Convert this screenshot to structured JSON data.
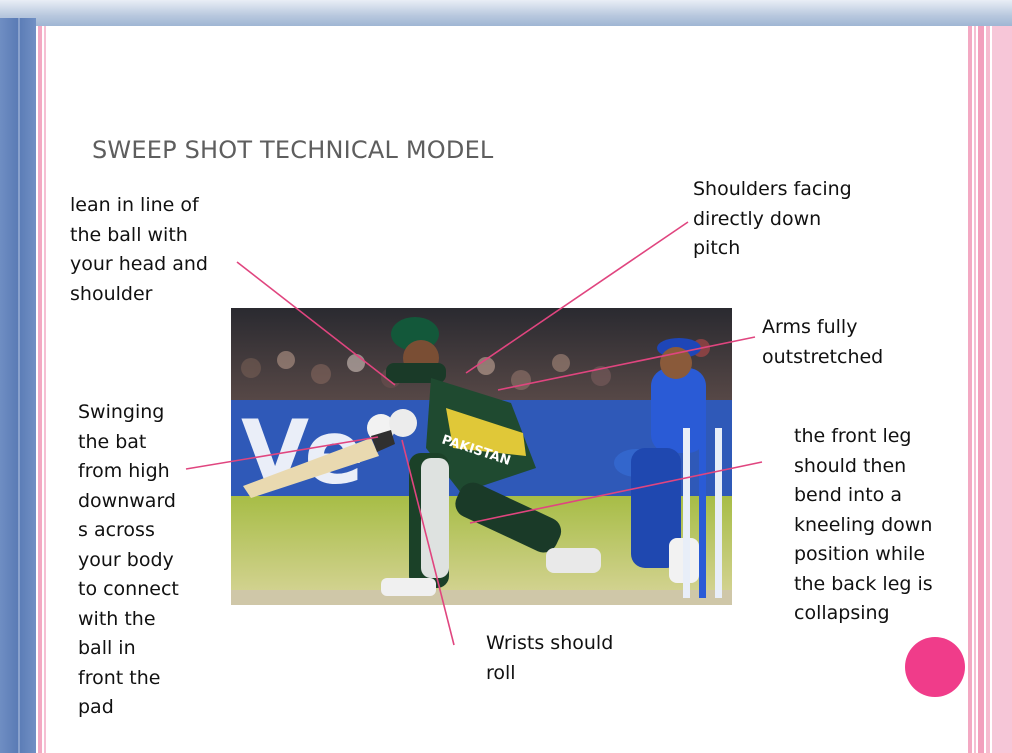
{
  "slide": {
    "title": "SWEEP SHOT TECHNICAL MODEL",
    "notes": {
      "lean": [
        "lean in line of",
        "the ball with",
        "your head and",
        "shoulder"
      ],
      "shoulders": [
        "Shoulders facing",
        "directly down",
        "pitch"
      ],
      "arms": [
        "Arms fully",
        "outstretched"
      ],
      "swinging": [
        "Swinging",
        "the bat",
        "from high",
        "downward",
        "s across",
        "your body",
        "to connect",
        "with the",
        "ball in",
        "front the",
        "pad"
      ],
      "front_leg": [
        "the front leg",
        "should then",
        "bend into a",
        "kneeling down",
        "position while",
        "the back leg is",
        "collapsing"
      ],
      "wrists": [
        "Wrists should",
        "roll"
      ]
    },
    "photo": {
      "banner_text": "PAKISTAN",
      "board_text": "Ve"
    },
    "colors": {
      "accent": "#f03c8a",
      "pointer_line": "#e0457f",
      "title_text": "#5e5e5e",
      "border_pink": "#f3a9c3",
      "frame_blue": "#5a7bb5"
    }
  }
}
